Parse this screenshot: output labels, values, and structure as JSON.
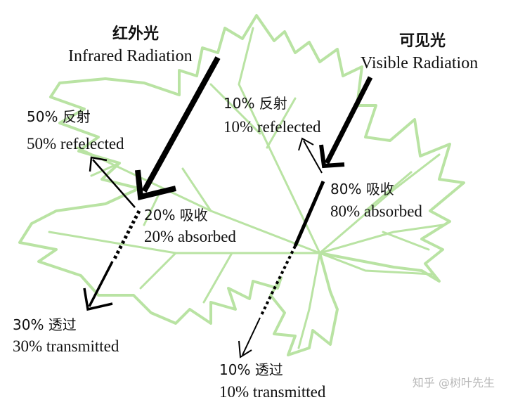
{
  "infrared": {
    "title_cn": "红外光",
    "title_en": "Infrared Radiation",
    "reflected_cn": "50% 反射",
    "reflected_en": "50% refelected",
    "absorbed_cn": "20% 吸收",
    "absorbed_en": "20% absorbed",
    "transmitted_cn": "30% 透过",
    "transmitted_en": "30% transmitted"
  },
  "visible": {
    "title_cn": "可见光",
    "title_en": "Visible Radiation",
    "reflected_cn": "10% 反射",
    "reflected_en": "10% refelected",
    "absorbed_cn": "80% 吸收",
    "absorbed_en": "80% absorbed",
    "transmitted_cn": "10% 透过",
    "transmitted_en": "10% transmitted"
  },
  "watermark": "知乎 @树叶先生",
  "colors": {
    "leaf_outline": "#b9e3a3",
    "arrow": "#000000",
    "text": "#111111",
    "watermark": "#b8b8b8"
  }
}
